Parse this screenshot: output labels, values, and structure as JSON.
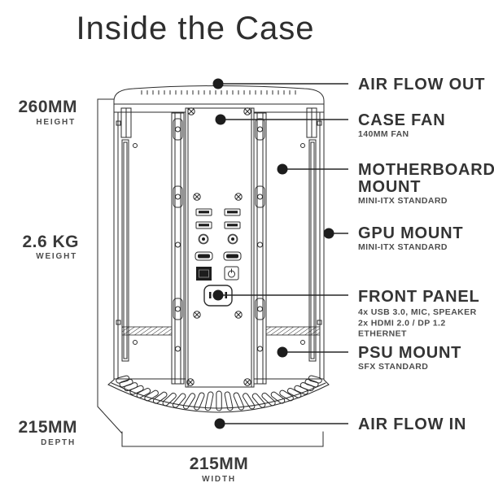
{
  "title": "Inside the Case",
  "dimensions": {
    "height": {
      "value": "260MM",
      "label": "HEIGHT"
    },
    "weight": {
      "value": "2.6 KG",
      "label": "WEIGHT"
    },
    "depth": {
      "value": "215MM",
      "label": "DEPTH"
    },
    "width": {
      "value": "215MM",
      "label": "WIDTH"
    }
  },
  "callouts": [
    {
      "id": "air-flow-out",
      "title": "AIR FLOW OUT",
      "subtitle_lines": []
    },
    {
      "id": "case-fan",
      "title": "CASE FAN",
      "subtitle_lines": [
        "140MM FAN"
      ]
    },
    {
      "id": "motherboard-mount",
      "title": "MOTHERBOARD MOUNT",
      "title_lines": [
        "MOTHERBOARD",
        "MOUNT"
      ],
      "subtitle_lines": [
        "MINI-ITX STANDARD"
      ]
    },
    {
      "id": "gpu-mount",
      "title": "GPU MOUNT",
      "subtitle_lines": [
        "MINI-ITX STANDARD"
      ]
    },
    {
      "id": "front-panel",
      "title": "FRONT PANEL",
      "subtitle_lines": [
        "4x USB 3.0, MIC, SPEAKER",
        "2x HDMI 2.0 / DP 1.2",
        "ETHERNET"
      ]
    },
    {
      "id": "psu-mount",
      "title": "PSU MOUNT",
      "subtitle_lines": [
        "SFX STANDARD"
      ]
    },
    {
      "id": "air-flow-in",
      "title": "AIR FLOW IN",
      "subtitle_lines": []
    }
  ],
  "diagram": {
    "icons": [
      "usb-port-icon",
      "audio-jack-icon",
      "hdmi-port-icon",
      "ethernet-port-icon",
      "power-button-icon",
      "ac-inlet-icon",
      "screw-icon",
      "vent-slot-icon",
      "callout-dot-icon"
    ],
    "colors": {
      "ink": "#2b2b2b",
      "dark_fill": "#1d1d1d",
      "text": "#3a3a3a",
      "subtext": "#4d4d4d",
      "background": "#ffffff"
    }
  }
}
